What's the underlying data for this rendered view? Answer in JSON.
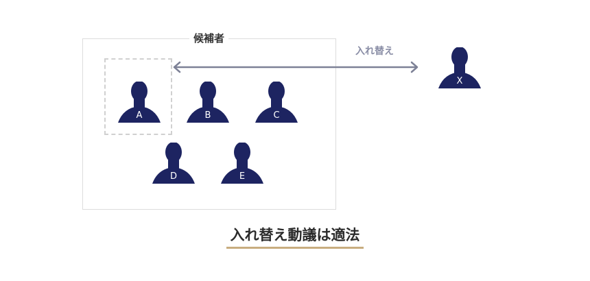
{
  "group": {
    "title": "候補者"
  },
  "people": [
    {
      "id": "A",
      "letter": "A"
    },
    {
      "id": "B",
      "letter": "B"
    },
    {
      "id": "C",
      "letter": "C"
    },
    {
      "id": "D",
      "letter": "D"
    },
    {
      "id": "E",
      "letter": "E"
    },
    {
      "id": "X",
      "letter": "X"
    }
  ],
  "swap": {
    "label": "入れ替え"
  },
  "caption": {
    "text": "入れ替え動議は適法"
  },
  "colors": {
    "person": "#1d2461",
    "arrow": "#7d8196",
    "box_border": "#dcdcdc",
    "highlight_border": "#d0d0d0",
    "underline": "#c8ad7f"
  }
}
